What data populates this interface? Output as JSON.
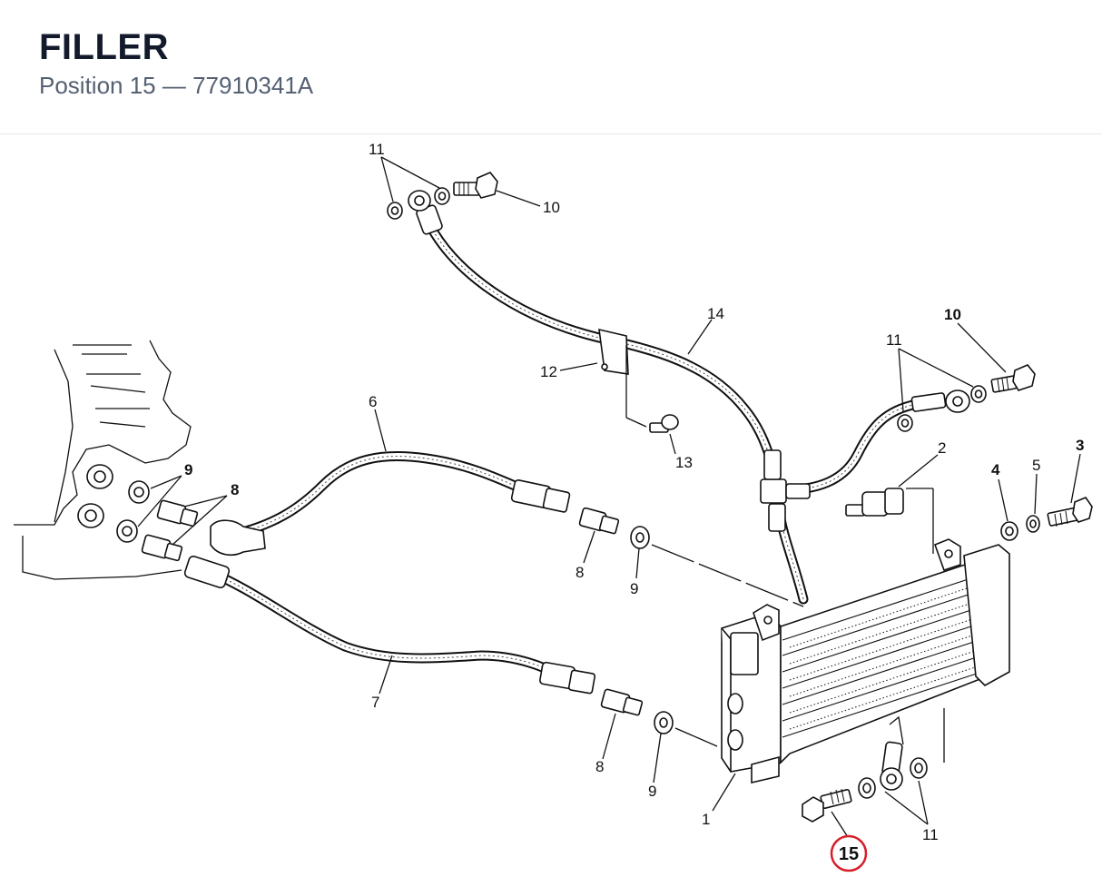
{
  "header": {
    "title": "FILLER",
    "subtitle": "Position 15 — 77910341A"
  },
  "diagram": {
    "callouts": {
      "p11_top": "11",
      "p10_top": "10",
      "p14": "14",
      "p12": "12",
      "p13": "13",
      "p10_right": "10",
      "p11_right": "11",
      "p6": "6",
      "p2": "2",
      "p9_left": "9",
      "p8_left": "8",
      "p4": "4",
      "p5": "5",
      "p3": "3",
      "p8_mid": "8",
      "p9_mid": "9",
      "p7": "7",
      "p8_low": "8",
      "p9_low": "9",
      "p1": "1",
      "p11_bottom": "11",
      "p15": "15"
    },
    "highlight_color": "#d61f2b"
  }
}
